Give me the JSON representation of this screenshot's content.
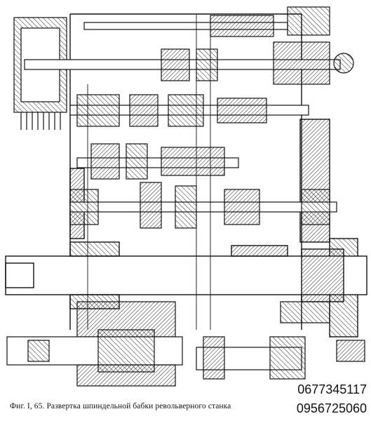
{
  "caption": "Фиг. I, 65. Развертка шпиндельной бабки револьверного станка",
  "phones": [
    "0677345117",
    "0956725060"
  ]
}
